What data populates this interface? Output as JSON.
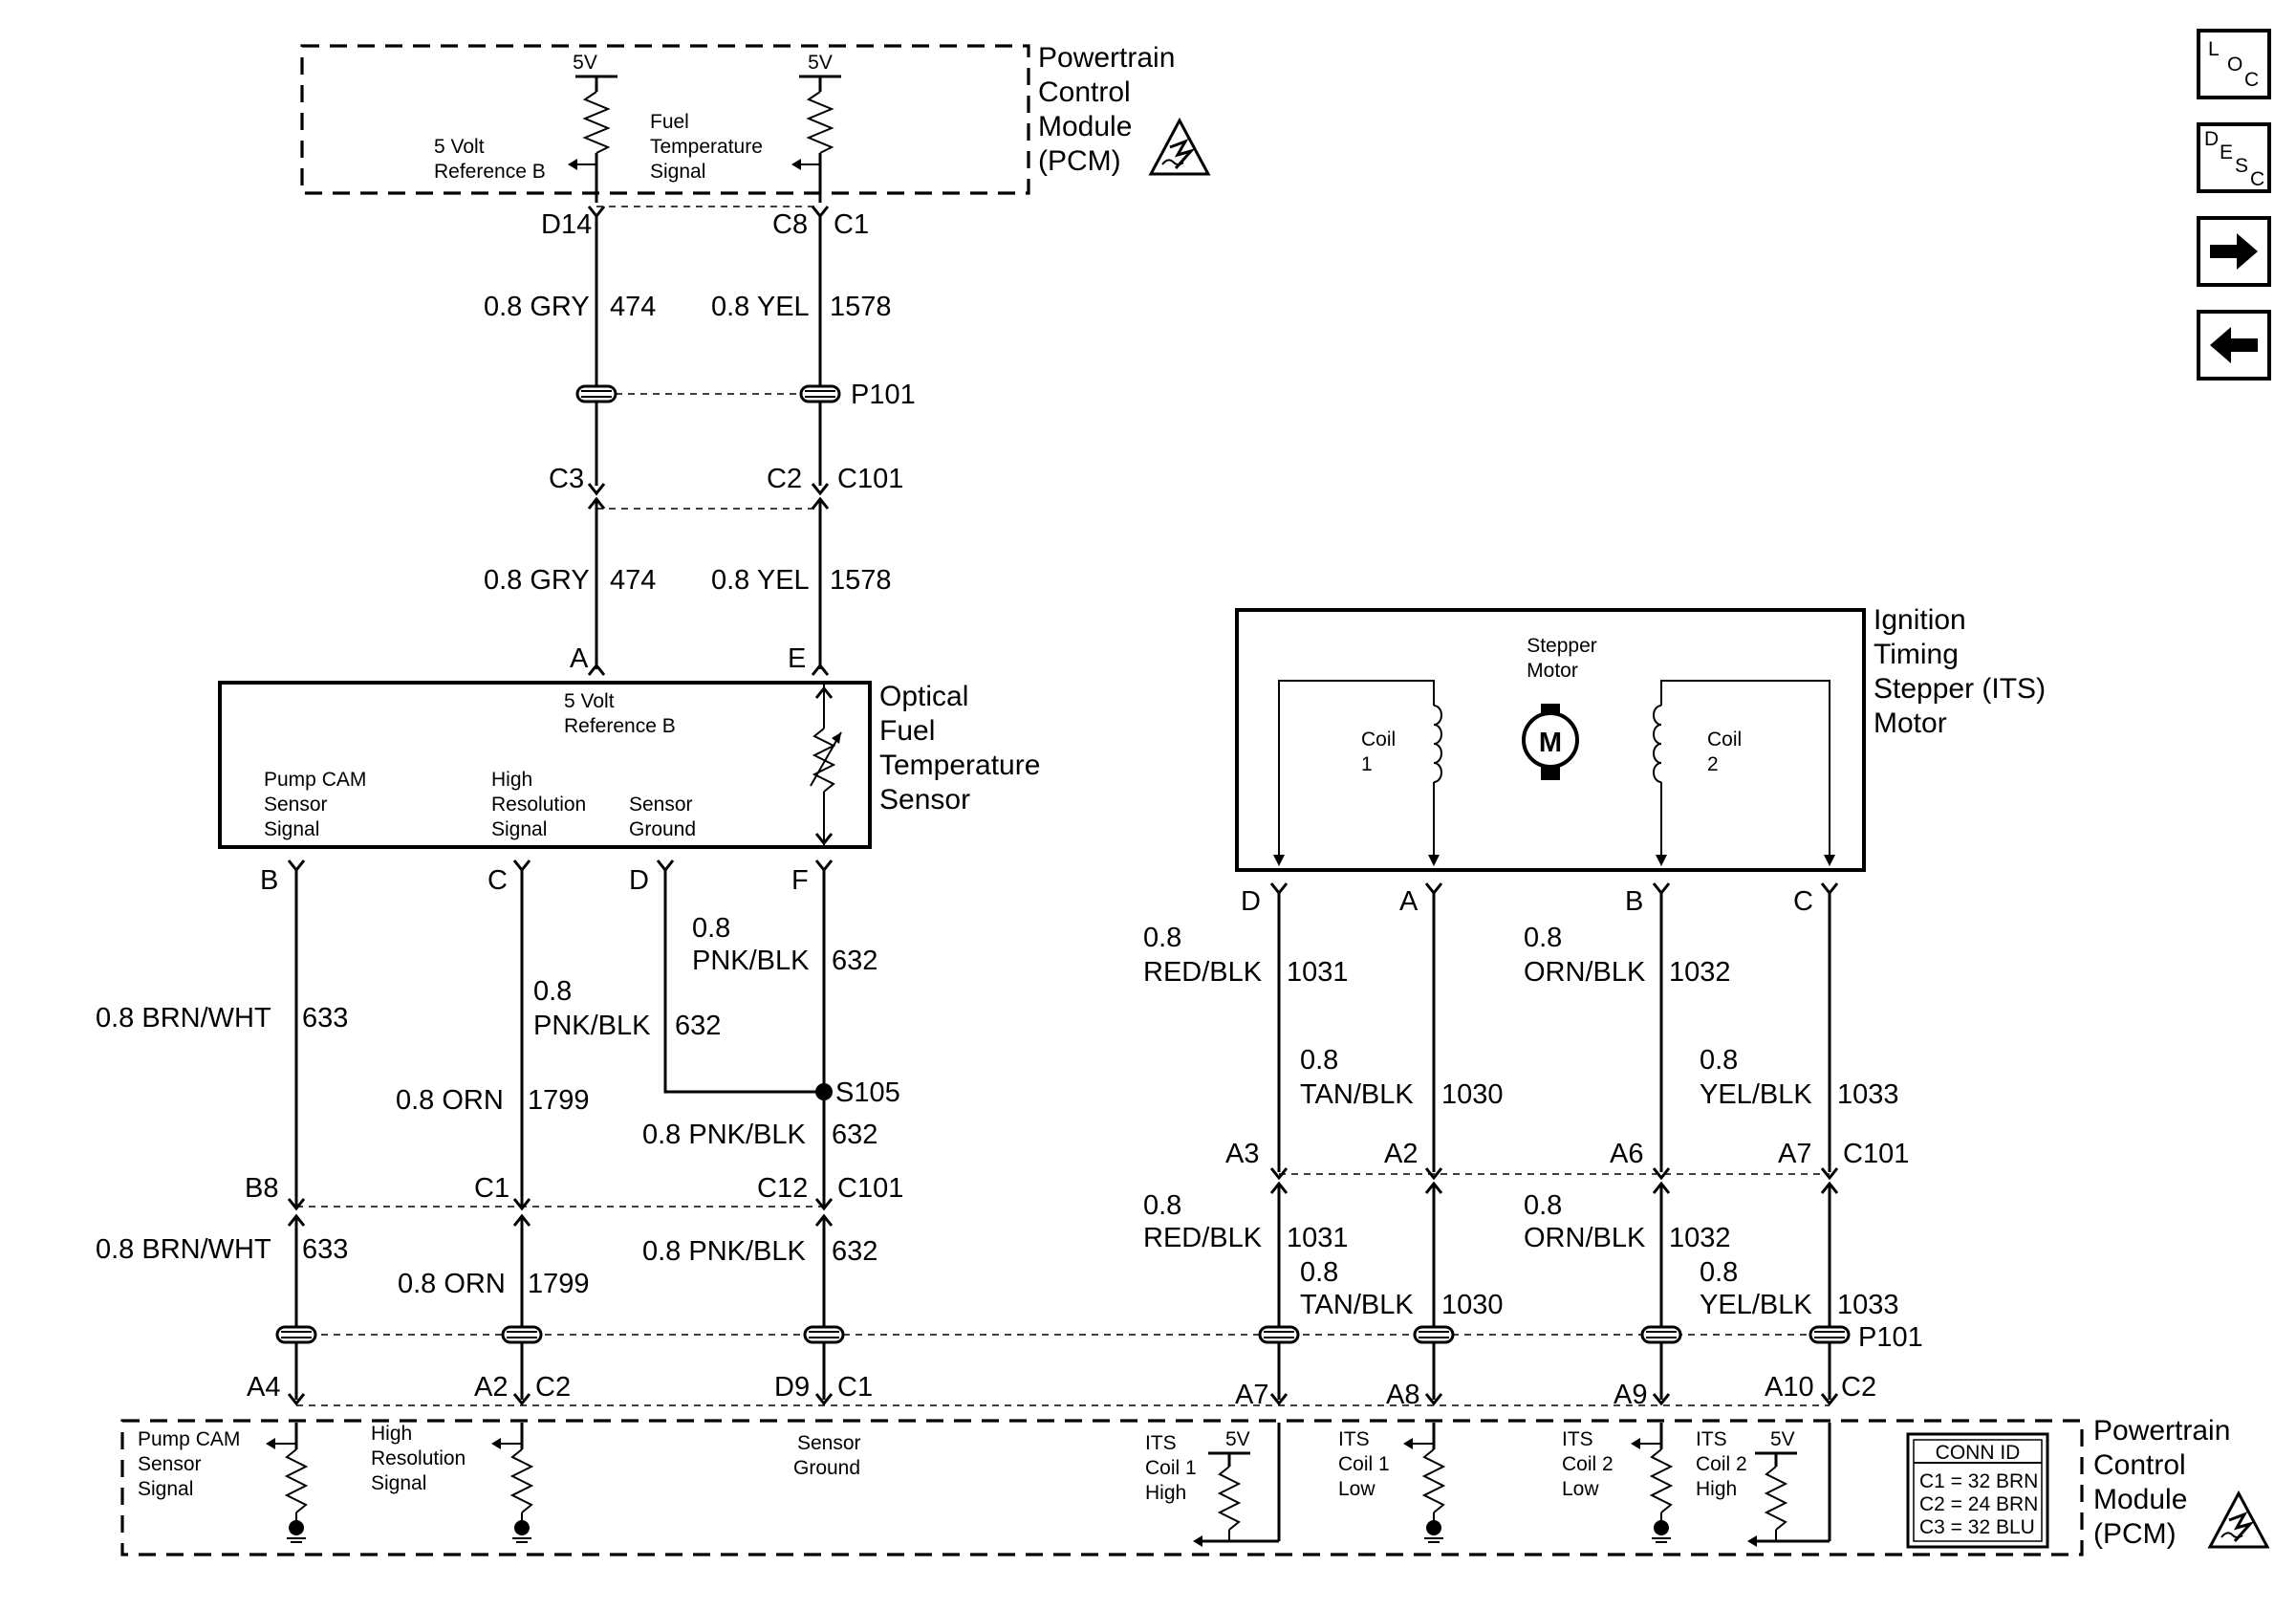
{
  "pcm_top": {
    "title": [
      "Powertrain",
      "Control",
      "Module",
      "(PCM)"
    ],
    "ref_5v_a": "5V",
    "ref_5v_b": "5V",
    "sig_left": [
      "5 Volt",
      "Reference B"
    ],
    "sig_right": [
      "Fuel",
      "Temperature",
      "Signal"
    ]
  },
  "top_pins": {
    "left": "D14",
    "mid": "C8",
    "conn": "C1"
  },
  "wires_upper": {
    "left": {
      "gauge_color": "0.8 GRY",
      "circuit": "474"
    },
    "right": {
      "gauge_color": "0.8 YEL",
      "circuit": "1578"
    }
  },
  "splice_top": "P101",
  "inline_conn": {
    "left": "C3",
    "right": "C2",
    "id": "C101"
  },
  "sensor_pins_top": {
    "left": "A",
    "right": "E"
  },
  "sensor": {
    "title": [
      "Optical",
      "Fuel",
      "Temperature",
      "Sensor"
    ],
    "ref": [
      "5 Volt",
      "Reference B"
    ],
    "pump": [
      "Pump CAM",
      "Sensor",
      "Signal"
    ],
    "hires": [
      "High",
      "Resolution",
      "Signal"
    ],
    "ground": [
      "Sensor",
      "Ground"
    ]
  },
  "sensor_pins_bottom": {
    "b": "B",
    "c": "C",
    "d": "D",
    "f": "F"
  },
  "wires_lower": {
    "brn_wht": "0.8 BRN/WHT",
    "c633": "633",
    "orn": "0.8 ORN",
    "c1799": "1799",
    "pnk_blk_a": [
      "0.8",
      "PNK/BLK"
    ],
    "c632": "632",
    "pnk_blk": "0.8 PNK/BLK",
    "gauge": "0.8"
  },
  "splice_s105": "S105",
  "c101_pins": {
    "b8": "B8",
    "c1": "C1",
    "c12": "C12",
    "id": "C101"
  },
  "its": {
    "title": [
      "Ignition",
      "Timing",
      "Stepper (ITS)",
      "Motor"
    ],
    "stepper": [
      "Stepper",
      "Motor"
    ],
    "m": "M",
    "coil1": [
      "Coil",
      "1"
    ],
    "coil2": [
      "Coil",
      "2"
    ],
    "pins": {
      "d": "D",
      "a": "A",
      "b": "B",
      "c": "C"
    },
    "wires": {
      "red_blk": "RED/BLK",
      "c1031": "1031",
      "tan_blk": "TAN/BLK",
      "c1030": "1030",
      "orn_blk": "ORN/BLK",
      "c1032": "1032",
      "yel_blk": "YEL/BLK",
      "c1033": "1033"
    },
    "c101_pins": {
      "a3": "A3",
      "a2": "A2",
      "a6": "A6",
      "a7": "A7",
      "id": "C101"
    }
  },
  "splice_bottom": "P101",
  "bottom_pins": {
    "a4": "A4",
    "a2": "A2",
    "c2": "C2",
    "d9": "D9",
    "c1": "C1",
    "a7": "A7",
    "a8": "A8",
    "a9": "A9",
    "a10": "A10",
    "c2b": "C2"
  },
  "pcm_bottom": {
    "title": [
      "Powertrain",
      "Control",
      "Module",
      "(PCM)"
    ],
    "pump": [
      "Pump CAM",
      "Sensor",
      "Signal"
    ],
    "hires": [
      "High",
      "Resolution",
      "Signal"
    ],
    "ground": [
      "Sensor",
      "Ground"
    ],
    "its1h": [
      "ITS",
      "Coil 1",
      "High"
    ],
    "its1l": [
      "ITS",
      "Coil 1",
      "Low"
    ],
    "its2l": [
      "ITS",
      "Coil 2",
      "Low"
    ],
    "its2h": [
      "ITS",
      "Coil 2",
      "High"
    ],
    "v5a": "5V",
    "v5b": "5V"
  },
  "conn_id": {
    "title": "CONN ID",
    "rows": [
      "C1 = 32 BRN",
      "C2 = 24 BRN",
      "C3 = 32 BLU"
    ]
  },
  "nav": {
    "loc": [
      "L",
      "O",
      "C"
    ],
    "desc": [
      "D",
      "E",
      "S",
      "C"
    ],
    "next": "right-arrow-icon",
    "prev": "left-arrow-icon"
  }
}
